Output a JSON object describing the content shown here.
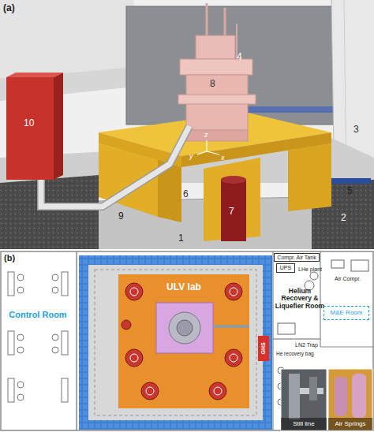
{
  "diagram": {
    "nodes": [
      {
        "text": [
          "Control Room"
        ]
      },
      {
        "text": [
          "ULV lab"
        ]
      },
      {
        "text": [
          "Helium Recovery & Liquefier Room"
        ]
      },
      {
        "text": [
          "M&E Room"
        ]
      },
      {
        "text": [
          "UPS"
        ]
      },
      {
        "text": [
          "Compr. Air Tank"
        ]
      },
      {
        "text": [
          "GHS"
        ]
      },
      {
        "text": [
          "Still line"
        ]
      },
      {
        "text": [
          "Air Springs"
        ]
      }
    ],
    "edges": [],
    "labels": [
      "(a)",
      "4",
      "3",
      "8",
      "z",
      "y",
      "x",
      "10",
      "6",
      "9",
      "7",
      "5",
      "2",
      "1",
      "(b)",
      "LHe plant",
      "Air Compr.",
      "LN2 Trap",
      "He recovery bag"
    ]
  }
}
